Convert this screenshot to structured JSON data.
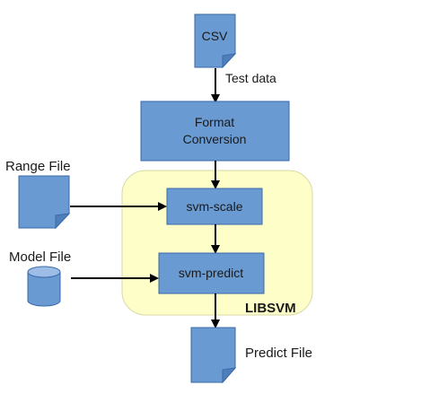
{
  "nodes": {
    "csv": "CSV",
    "format_conversion": [
      "Format",
      "Conversion"
    ],
    "svm_scale": "svm-scale",
    "svm_predict": "svm-predict",
    "predict_file": "Predict File",
    "range_file": "Range File",
    "model_file": "Model File"
  },
  "edges": {
    "test_data": "Test data"
  },
  "container": {
    "label": "LIBSVM"
  },
  "colors": {
    "box_fill": "#6a9ad2",
    "box_stroke": "#3a6aa8",
    "container_fill": "#fefec8",
    "container_stroke": "#d8d8a8",
    "arrow": "#000000"
  }
}
